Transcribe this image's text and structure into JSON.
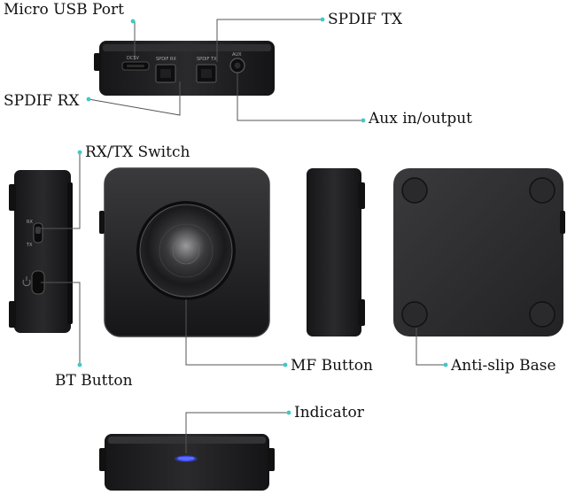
{
  "labels": {
    "micro_usb_port": "Micro USB Port",
    "spdif_tx": "SPDIF TX",
    "spdif_rx": "SPDIF RX",
    "aux_in_output": "Aux in/output",
    "rx_tx_switch": "RX/TX Switch",
    "bt_button": "BT Button",
    "mf_button": "MF Button",
    "anti_slip_base": "Anti-slip Base",
    "indicator": "Indicator"
  },
  "device_markings": {
    "dc_in": "DC5V",
    "spdif_rx": "SPDIF RX",
    "spdif_tx": "SPDIF TX",
    "aux": "AUX",
    "rx_mark": "RX",
    "tx_mark": "TX"
  },
  "colors": {
    "device_body": "#1c1c1e",
    "device_edge": "#3a3a3c",
    "callout_line": "#555555",
    "callout_dot": "#3ec9c9",
    "indicator_led": "#3a4bff"
  },
  "icons": [
    "power-icon"
  ]
}
